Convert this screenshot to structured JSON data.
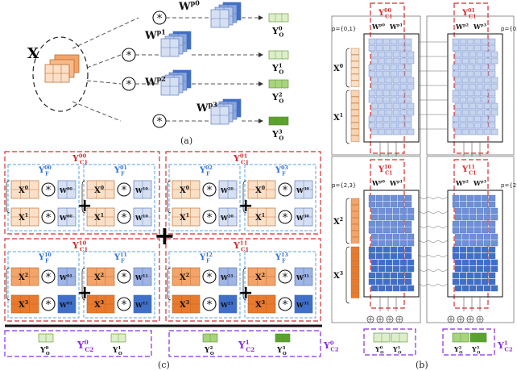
{
  "panel_a": {
    "caption": "(a)",
    "input_label": "X",
    "weights": [
      {
        "label": "W",
        "sup": "p0"
      },
      {
        "label": "W",
        "sup": "p1"
      },
      {
        "label": "W",
        "sup": "p2"
      },
      {
        "label": "W",
        "sup": "p3"
      }
    ],
    "outputs": [
      {
        "label": "Y",
        "sup": "0",
        "sub": "O"
      },
      {
        "label": "Y",
        "sup": "1",
        "sub": "O"
      },
      {
        "label": "Y",
        "sup": "2",
        "sub": "O"
      },
      {
        "label": "Y",
        "sup": "3",
        "sub": "O"
      }
    ],
    "op_symbol": "*"
  },
  "panel_b": {
    "caption": "(b)",
    "top_blocks": [
      {
        "label": "Y",
        "sup": "00",
        "sub": "C1",
        "w_left": "W",
        "w_left_sup": "p0",
        "w_right": "W",
        "w_right_sup": "p1"
      },
      {
        "label": "Y",
        "sup": "01",
        "sub": "C1",
        "w_left": "W",
        "w_left_sup": "p2",
        "w_right": "W",
        "w_right_sup": "p3"
      }
    ],
    "bottom_blocks": [
      {
        "label": "Y",
        "sup": "10",
        "sub": "C1",
        "w_left": "W",
        "w_left_sup": "p0",
        "w_right": "W",
        "w_right_sup": "p1"
      },
      {
        "label": "Y",
        "sup": "11",
        "sub": "C1",
        "w_left": "W",
        "w_left_sup": "p2",
        "w_right": "W",
        "w_right_sup": "p3"
      }
    ],
    "p_labels": [
      "p={0,1}",
      "p={0,1}",
      "p={2,3}",
      "p={2,3}"
    ],
    "x_labels": [
      {
        "label": "X",
        "sup": "0"
      },
      {
        "label": "X",
        "sup": "1"
      },
      {
        "label": "X",
        "sup": "2"
      },
      {
        "label": "X",
        "sup": "3"
      }
    ],
    "out_left": {
      "label": "Y",
      "sup": "0",
      "sub": "C2",
      "items": [
        {
          "sup": "0",
          "sub": "O"
        },
        {
          "sup": "1",
          "sub": "O"
        }
      ]
    },
    "out_right": {
      "label": "Y",
      "sup": "1",
      "sub": "C2",
      "items": [
        {
          "sup": "2",
          "sub": "O"
        },
        {
          "sup": "3",
          "sub": "O"
        }
      ]
    }
  },
  "panel_c": {
    "caption": "(c)",
    "blocks": [
      {
        "title_sup": "00",
        "title_sub": "C1",
        "f1": "00",
        "f2": "01",
        "xa": "0",
        "xb": "1",
        "wa1": "00",
        "wa2": "10",
        "wb1": "00",
        "wb2": "10"
      },
      {
        "title_sup": "01",
        "title_sub": "C1",
        "f1": "02",
        "f2": "03",
        "xa": "0",
        "xb": "1",
        "wa1": "20",
        "wa2": "30",
        "wb1": "20",
        "wb2": "30"
      },
      {
        "title_sup": "10",
        "title_sub": "C1",
        "f1": "10",
        "f2": "11",
        "xa": "2",
        "xb": "3",
        "wa1": "01",
        "wa2": "11",
        "wb1": "01",
        "wb2": "11"
      },
      {
        "title_sup": "11",
        "title_sub": "C1",
        "f1": "12",
        "f2": "13",
        "xa": "2",
        "xb": "3",
        "wa1": "21",
        "wa2": "31",
        "wb1": "21",
        "wb2": "31"
      }
    ],
    "out_left": {
      "label": "Y",
      "sup": "0",
      "sub": "C2",
      "items": [
        {
          "sup": "0",
          "sub": "O"
        },
        {
          "sup": "1",
          "sub": "O"
        }
      ]
    },
    "out_right": {
      "label": "Y",
      "sup": "1",
      "sub": "C2",
      "items": [
        {
          "sup": "2",
          "sub": "O"
        },
        {
          "sup": "3",
          "sub": "O"
        }
      ]
    }
  },
  "colors": {
    "orange_light": "#fbe0c8",
    "orange_mid": "#f3a46a",
    "orange_dark": "#e87a2e",
    "blue_light": "#d6e0f2",
    "blue_mid": "#8aa8de",
    "blue_dark": "#3f6fc8",
    "green_light": "#dcefc8",
    "green_mid": "#a7d47c",
    "green_dark": "#5aa32e",
    "red": "#d32f2f",
    "blue_text": "#2e6fd6",
    "purple": "#8a2be2"
  }
}
